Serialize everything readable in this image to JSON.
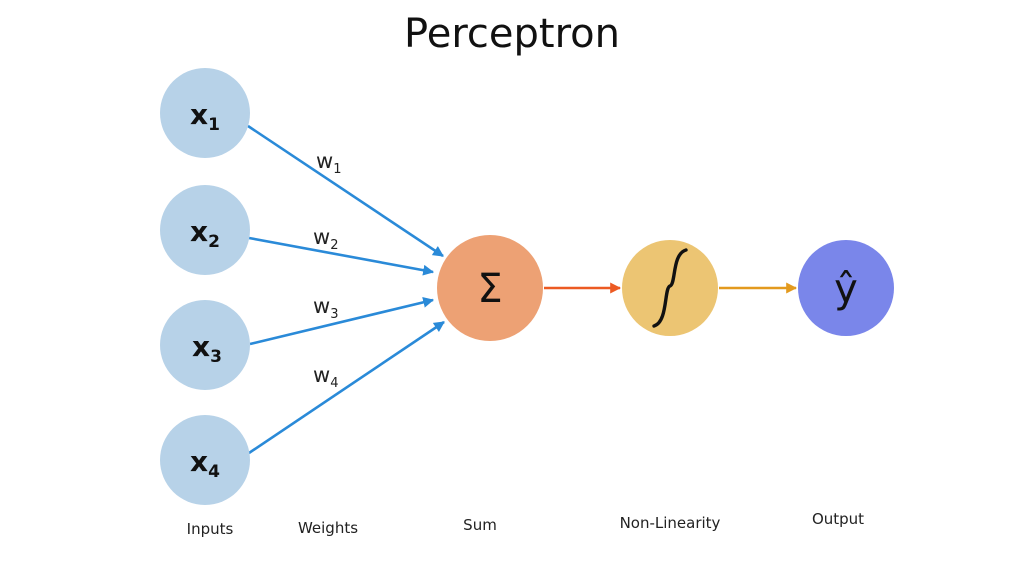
{
  "title": "Perceptron",
  "inputs": [
    {
      "var": "x",
      "sub": "1"
    },
    {
      "var": "x",
      "sub": "2"
    },
    {
      "var": "x",
      "sub": "3"
    },
    {
      "var": "x",
      "sub": "4"
    }
  ],
  "weights": [
    {
      "var": "w",
      "sub": "1"
    },
    {
      "var": "w",
      "sub": "2"
    },
    {
      "var": "w",
      "sub": "3"
    },
    {
      "var": "w",
      "sub": "4"
    }
  ],
  "sum_symbol": "Σ",
  "output_symbol": "ŷ",
  "captions": {
    "inputs": "Inputs",
    "weights": "Weights",
    "sum": "Sum",
    "nonlinearity": "Non-Linearity",
    "output": "Output"
  },
  "colors": {
    "input_node": "#b7d2e8",
    "input_arrow": "#2a8ad8",
    "sum_node": "#eda174",
    "sum_arrow": "#ec5a22",
    "activation_node": "#ecc573",
    "activation_arrow": "#e39a1e",
    "output_node": "#7a86ea"
  }
}
